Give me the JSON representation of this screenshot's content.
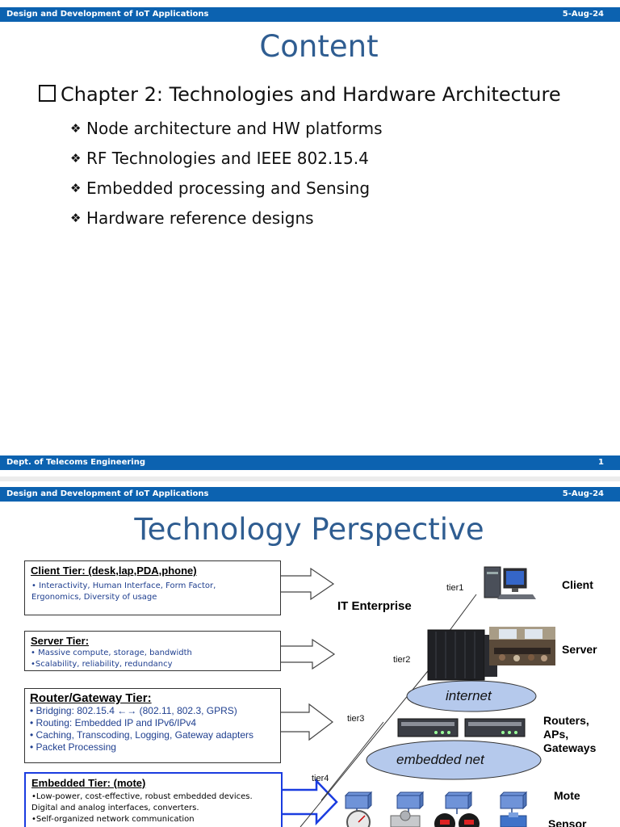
{
  "slide1": {
    "header_left": "Design and Development of IoT Applications",
    "header_right": "5-Aug-24",
    "title": "Content",
    "chapter": "Chapter 2: Technologies and Hardware Architecture",
    "bullets": [
      "Node architecture and HW platforms",
      "RF Technologies and IEEE 802.15.4",
      "Embedded processing and Sensing",
      "Hardware reference designs"
    ],
    "footer_left": "Dept. of Telecoms Engineering",
    "footer_right": "1"
  },
  "slide2": {
    "header_left": "Design and Development of IoT Applications",
    "header_right": "5-Aug-24",
    "title": "Technology Perspective",
    "client_tier": {
      "heading": "Client Tier: (desk,lap,PDA,phone)",
      "lines": [
        "• Interactivity, Human Interface, Form Factor,",
        "Ergonomics, Diversity of usage"
      ]
    },
    "server_tier": {
      "heading": "Server Tier:",
      "lines": [
        "• Massive compute, storage, bandwidth",
        "•Scalability, reliability, redundancy"
      ]
    },
    "router_tier": {
      "heading": "Router/Gateway Tier:",
      "lines": [
        "• Bridging:  802.15.4 ←→ (802.11, 802.3, GPRS)",
        "• Routing: Embedded IP and IPv6/IPv4",
        "• Caching, Transcoding, Logging, Gateway adapters",
        "• Packet Processing"
      ]
    },
    "embedded_tier": {
      "heading": "Embedded Tier: (mote)",
      "lines": [
        "•Low-power, cost-effective, robust embedded devices.",
        "Digital and analog interfaces, converters.",
        "•Self-organized network communication"
      ]
    },
    "it_enterprise": "IT Enterprise",
    "tier_labels": [
      "tier1",
      "tier2",
      "tier3",
      "tier4"
    ],
    "internet": "internet",
    "embedded_net": "embedded net",
    "right_labels": {
      "client": "Client",
      "server": "Server",
      "routers": [
        "Routers,",
        "APs,",
        "Gateways"
      ],
      "mote": "Mote",
      "sensor": "Sensor"
    }
  }
}
